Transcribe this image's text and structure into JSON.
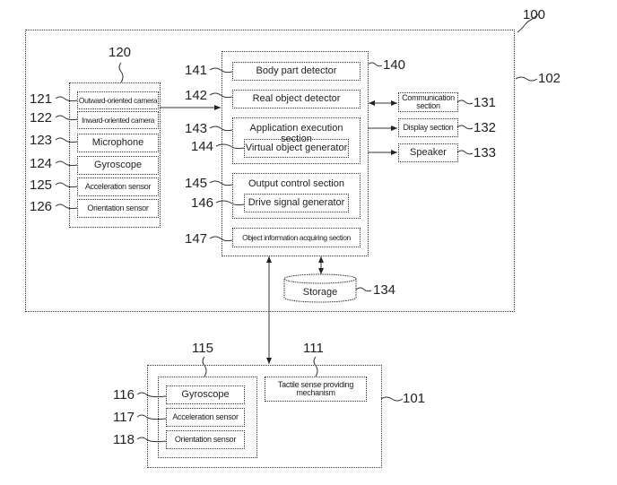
{
  "refs": {
    "system": "100",
    "hmd": "102",
    "controller": "101",
    "sensor_group": "120",
    "outward_camera": "121",
    "inward_camera": "122",
    "microphone": "123",
    "gyroscope": "124",
    "acceleration_sensor": "125",
    "orientation_sensor": "126",
    "communication_section": "131",
    "display_section": "132",
    "speaker": "133",
    "storage": "134",
    "control_unit": "140",
    "body_part_detector": "141",
    "real_object_detector": "142",
    "application_execution_section": "143",
    "virtual_object_generator": "144",
    "output_control_section": "145",
    "drive_signal_generator": "146",
    "object_information_acquiring_section": "147",
    "tactile_mechanism": "111",
    "controller_sensor_group": "115",
    "controller_gyroscope": "116",
    "controller_acceleration_sensor": "117",
    "controller_orientation_sensor": "118"
  },
  "labels": {
    "outward_camera": "Outward-oriented camera",
    "inward_camera": "Inward-oriented camera",
    "microphone": "Microphone",
    "gyroscope": "Gyroscope",
    "acceleration_sensor": "Acceleration sensor",
    "orientation_sensor": "Orientation sensor",
    "body_part_detector": "Body part detector",
    "real_object_detector": "Real object detector",
    "application_execution_section": "Application execution section",
    "virtual_object_generator": "Virtual object generator",
    "output_control_section": "Output control section",
    "drive_signal_generator": "Drive signal generator",
    "object_information_acquiring_section": "Object information acquiring section",
    "communication_section_line1": "Communication",
    "communication_section_line2": "section",
    "display_section": "Display section",
    "speaker": "Speaker",
    "storage": "Storage",
    "tactile_line1": "Tactile sense providing",
    "tactile_line2": "mechanism",
    "controller_gyroscope": "Gyroscope",
    "controller_acceleration_sensor": "Acceleration sensor",
    "controller_orientation_sensor": "Orientation sensor"
  }
}
